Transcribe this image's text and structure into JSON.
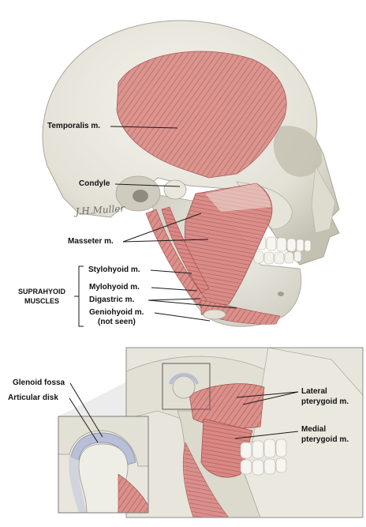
{
  "labels": {
    "temporalis": "Temporalis m.",
    "condyle": "Condyle",
    "masseter": "Masseter m.",
    "stylohyoid": "Stylohyoid m.",
    "mylohyoid": "Mylohyoid m.",
    "digastric": "Digastric m.",
    "geniohyoid": "Geniohyoid m.",
    "geniohyoid_note": "(not seen)",
    "glenoid_fossa": "Glenoid fossa",
    "articular_disk": "Articular disk",
    "lateral_pterygoid_1": "Lateral",
    "lateral_pterygoid_2": "pterygoid m.",
    "medial_pterygoid_1": "Medial",
    "medial_pterygoid_2": "pterygoid m."
  },
  "group": {
    "line1": "SUPRAHYOID",
    "line2": "MUSCLES"
  },
  "signature": "J.H.Muller",
  "colors": {
    "bone": "#ecebe2",
    "bone_shadow": "#c9c7bb",
    "muscle": "#d88a86",
    "muscle_dark": "#b85c5c",
    "disk": "#b9bfd6",
    "line": "#1a1a1a"
  }
}
